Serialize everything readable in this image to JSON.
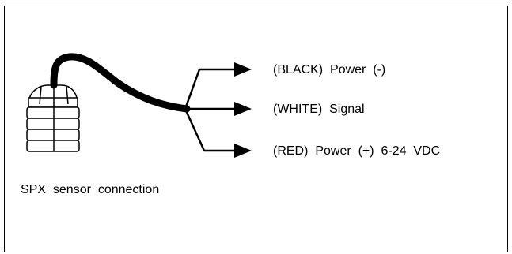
{
  "wires": [
    {
      "label": "(BLACK)  Power  (-)"
    },
    {
      "label": "(WHITE)  Signal"
    },
    {
      "label": "(RED)  Power  (+)  6-24  VDC"
    }
  ],
  "caption": "SPX  sensor  connection",
  "colors": {
    "line": "#000000",
    "background": "#ffffff"
  }
}
